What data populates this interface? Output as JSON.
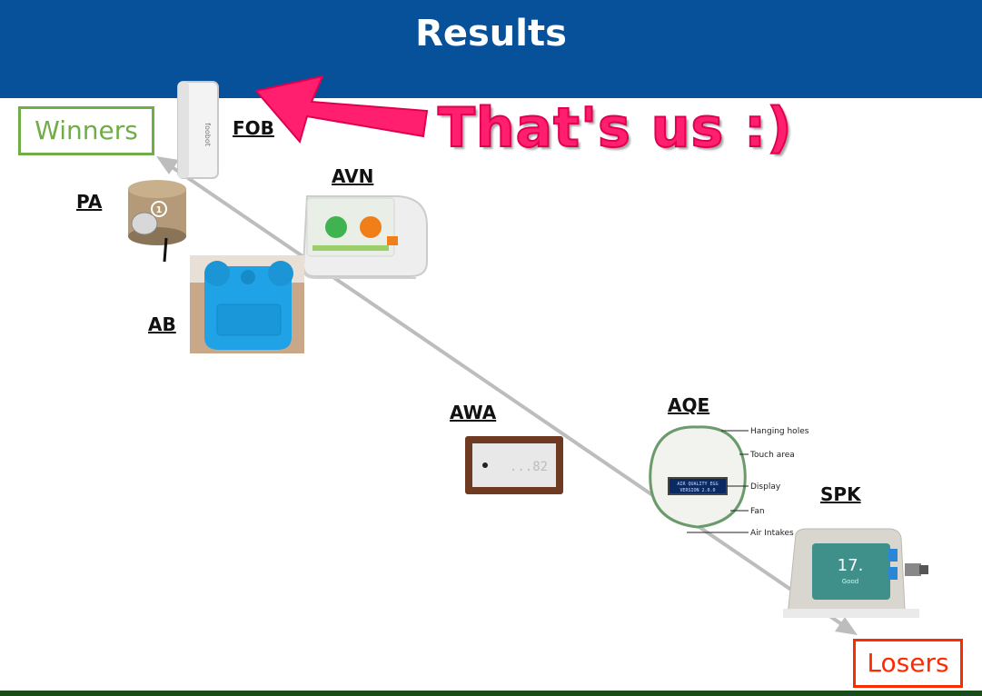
{
  "header": {
    "title": "Results"
  },
  "callout": {
    "text": "That's us :)"
  },
  "axis": {
    "start_label": "Winners",
    "end_label": "Losers"
  },
  "devices": [
    {
      "code": "FOB"
    },
    {
      "code": "PA"
    },
    {
      "code": "AVN"
    },
    {
      "code": "AB"
    },
    {
      "code": "AWA"
    },
    {
      "code": "AQE"
    },
    {
      "code": "SPK"
    }
  ],
  "aqe_callouts": [
    "Hanging holes",
    "Touch area",
    "Display",
    "Fan",
    "Air Intakes"
  ],
  "device_text": {
    "fob_brand": "foobot",
    "pa_badge": "1",
    "awa_display": "...82",
    "aqe_screen_line1": "AIR QUALITY EGG",
    "aqe_screen_line2": "VERSION 2.0.0",
    "spk_value": "17.",
    "spk_status": "Good"
  },
  "colors": {
    "header_bg": "#06519a",
    "winners": "#70ad47",
    "losers": "#ff2a00",
    "callout": "#ff1f6e",
    "axis": "#bdbdbd"
  }
}
